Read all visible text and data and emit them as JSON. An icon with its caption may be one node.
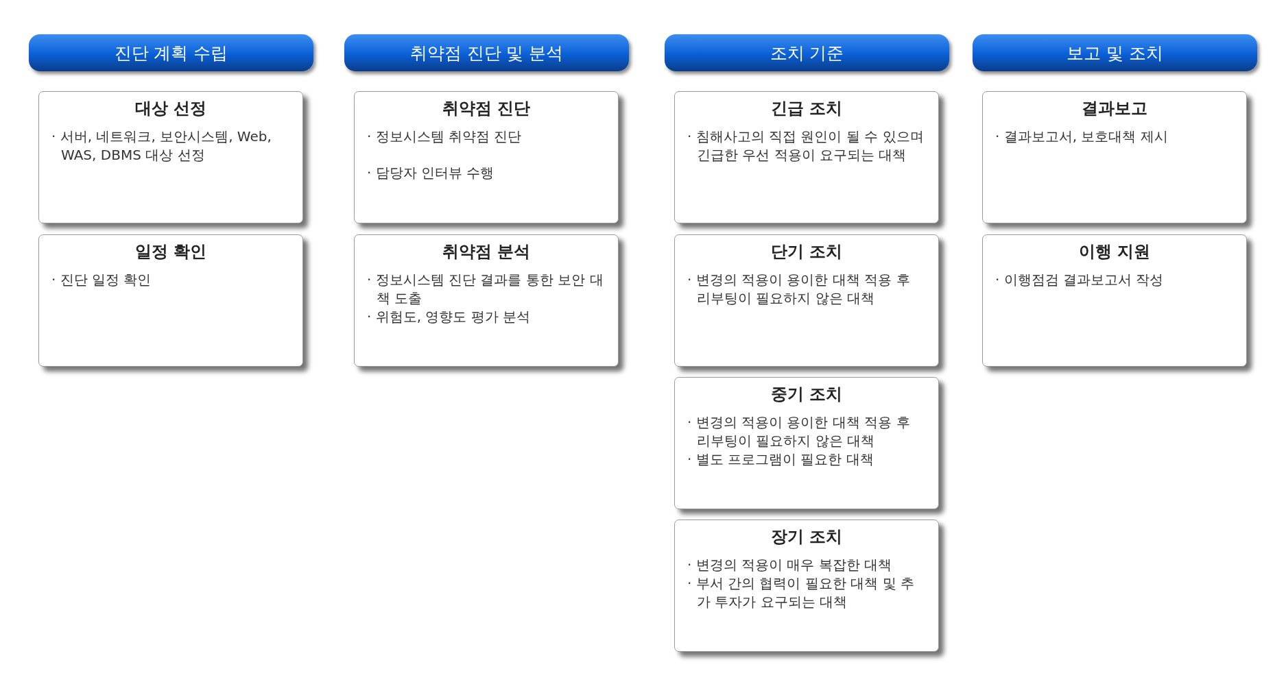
{
  "diagram": {
    "nodes": [
      {
        "text": [
          "진단 계획 수립"
        ]
      },
      {
        "text": [
          "대상 선정",
          "· 서버, 네트워크, 보안시스템, Web, WAS, DBMS 대상 선정"
        ]
      },
      {
        "text": [
          "일정 확인",
          "· 진단 일정 확인"
        ]
      },
      {
        "text": [
          "취약점 진단 및 분석"
        ]
      },
      {
        "text": [
          "취약점 진단",
          "· 정보시스템 취약점 진단",
          "· 담당자 인터뷰 수행"
        ]
      },
      {
        "text": [
          "취약점 분석",
          "· 정보시스템 진단 결과를 통한 보안 대책 도출",
          "· 위험도, 영향도 평가 분석"
        ]
      },
      {
        "text": [
          "조치 기준"
        ]
      },
      {
        "text": [
          "긴급 조치",
          "· 침해사고의 직접 원인이 될 수 있으며 긴급한 우선 적용이 요구되는 대책"
        ]
      },
      {
        "text": [
          "단기 조치",
          "· 변경의 적용이 용이한 대책 적용 후 리부팅이 필요하지 않은 대책"
        ]
      },
      {
        "text": [
          "중기 조치",
          "· 변경의 적용이 용이한 대책 적용 후 리부팅이 필요하지 않은 대책",
          "· 별도 프로그램이 필요한 대책"
        ]
      },
      {
        "text": [
          "장기 조치",
          "· 변경의 적용이 매우 복잡한 대책",
          "· 부서 간의 협력이 필요한 대책 및 추가 투자가 요구되는 대책"
        ]
      },
      {
        "text": [
          "보고 및 조치"
        ]
      },
      {
        "text": [
          "결과보고",
          "· 결과보고서, 보호대책 제시"
        ]
      },
      {
        "text": [
          "이행 지원",
          "· 이행점검 결과보고서 작성"
        ]
      }
    ]
  }
}
